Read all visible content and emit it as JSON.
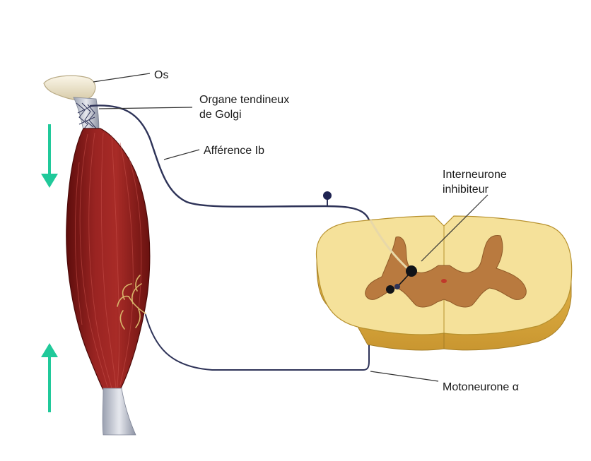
{
  "labels": {
    "os": "Os",
    "golgi_line1": "Organe tendineux",
    "golgi_line2": "de Golgi",
    "afference": "Afférence Ib",
    "interneurone_line1": "Interneurone",
    "interneurone_line2": "inhibiteur",
    "motoneurone": "Motoneurone α"
  },
  "colors": {
    "muscle": "#8e1e1c",
    "muscle_dark": "#5e0d0c",
    "tendon": "#c8ccd6",
    "bone": "#efe7d2",
    "nerve": "#2e3358",
    "cord_white_matter": "#f3dd90",
    "cord_grey_matter": "#b97a3f",
    "arrow": "#20c99a"
  },
  "icons": {
    "arrow_down": "arrow-down-icon",
    "arrow_up": "arrow-up-icon"
  }
}
